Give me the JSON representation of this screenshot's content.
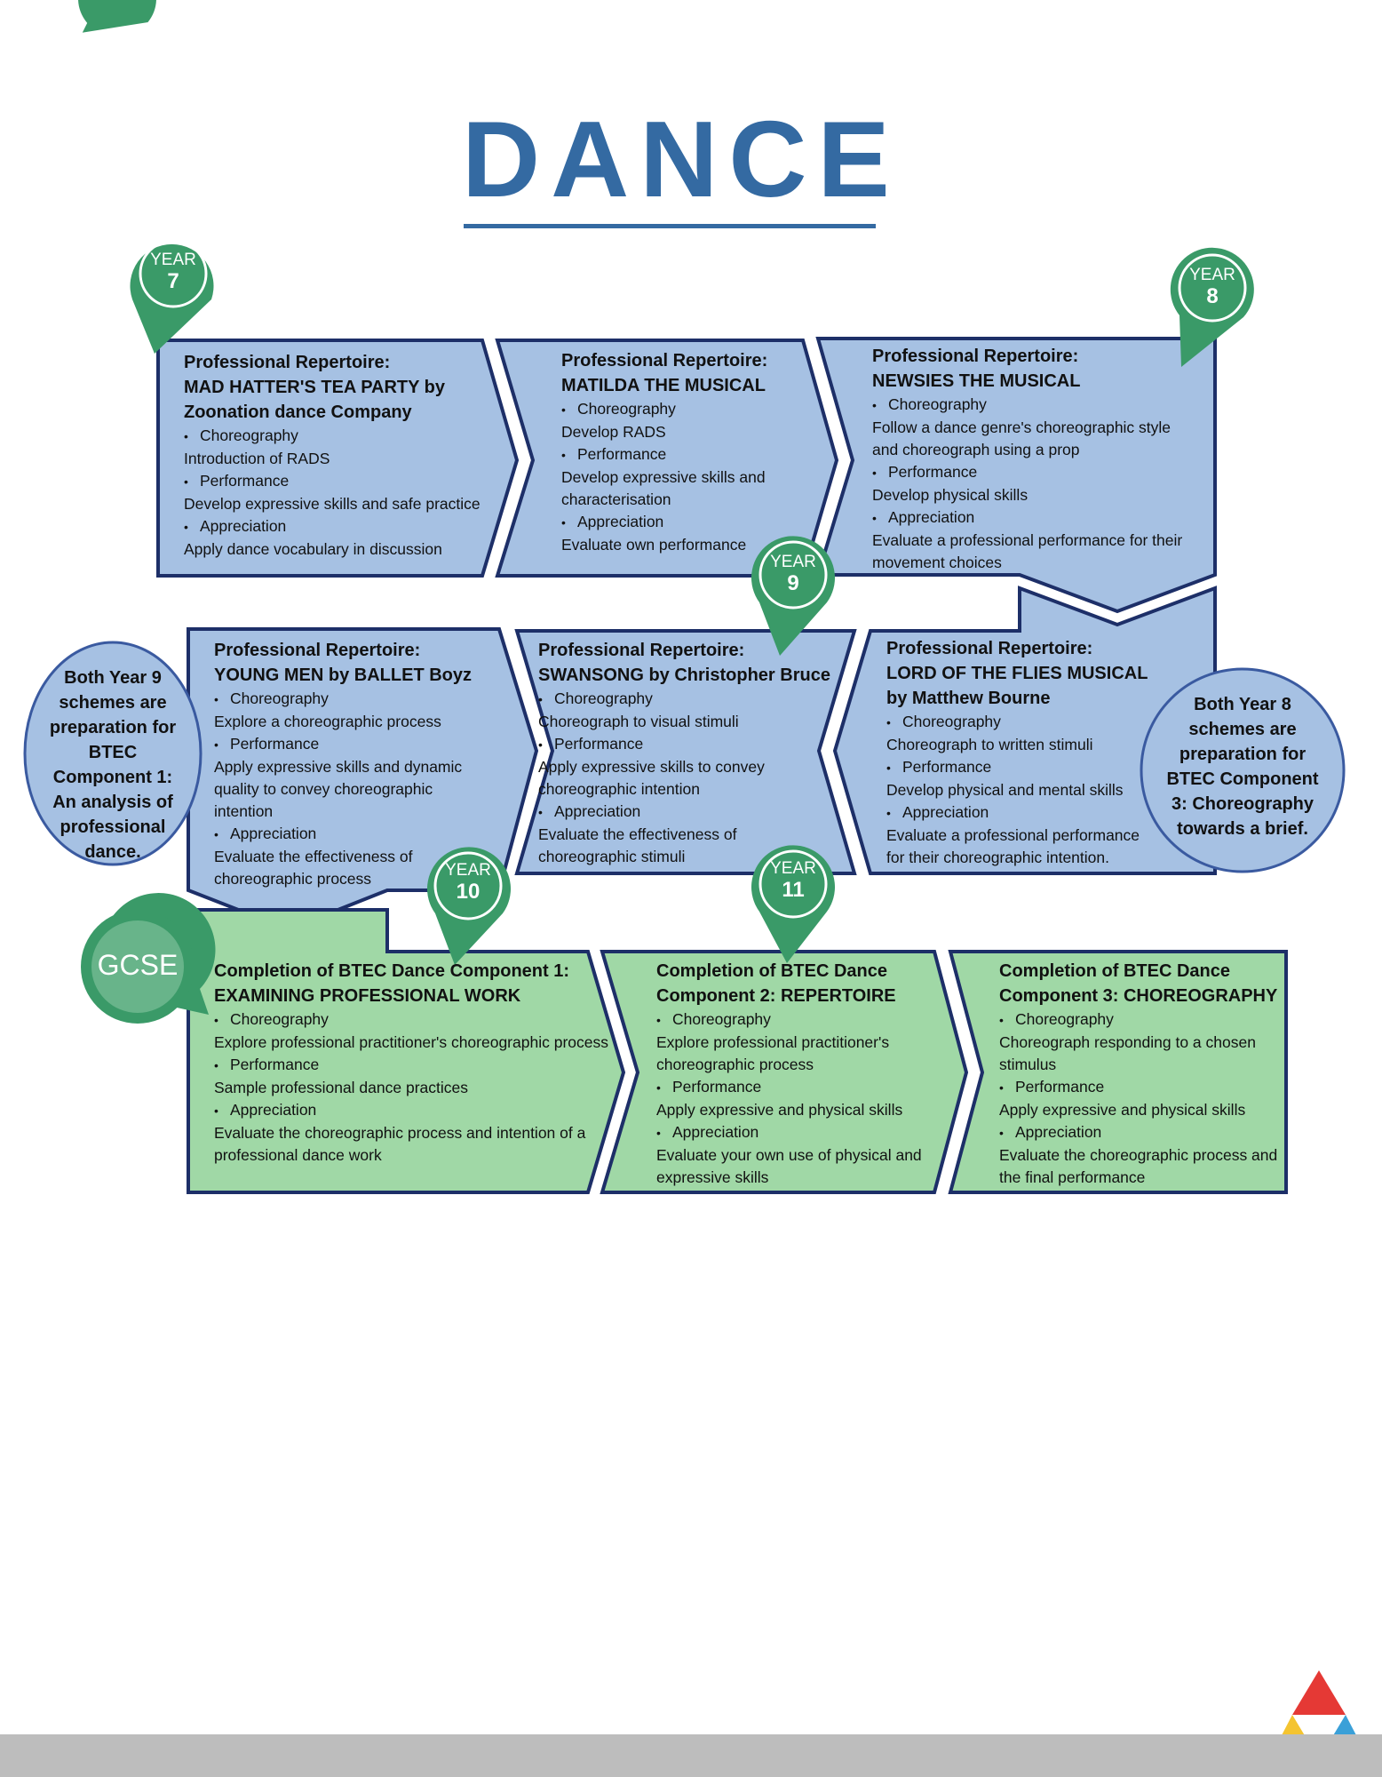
{
  "title": "DANCE",
  "colors": {
    "title": "#346aa2",
    "ks3_fill": "#a6c1e3",
    "gcse_fill": "#a0d8a6",
    "outline": "#1d2f68",
    "pin": "#3a9a68",
    "bubble_fill": "#a6c1e3"
  },
  "years": {
    "y7": {
      "word": "YEAR",
      "num": "7"
    },
    "y8": {
      "word": "YEAR",
      "num": "8"
    },
    "y9": {
      "word": "YEAR",
      "num": "9"
    },
    "y10": {
      "word": "YEAR",
      "num": "10"
    },
    "y11": {
      "word": "YEAR",
      "num": "11"
    },
    "gcse": "GCSE"
  },
  "boxes": {
    "b1": {
      "heading": [
        "Professional Repertoire:",
        "MAD HATTER'S TEA PARTY by",
        "Zoonation dance Company"
      ],
      "lines": [
        {
          "bullet": "Choreography"
        },
        {
          "text": "Introduction of RADS"
        },
        {
          "bullet": "Performance"
        },
        {
          "text": "Develop expressive skills and safe practice"
        },
        {
          "bullet": "Appreciation"
        },
        {
          "text": "Apply dance vocabulary in discussion"
        }
      ]
    },
    "b2": {
      "heading": [
        "Professional Repertoire:",
        "MATILDA THE MUSICAL"
      ],
      "lines": [
        {
          "bullet": "Choreography"
        },
        {
          "text": "Develop RADS"
        },
        {
          "bullet": "Performance"
        },
        {
          "text": "Develop expressive skills and"
        },
        {
          "text": "characterisation"
        },
        {
          "bullet": "Appreciation"
        },
        {
          "text": "Evaluate own performance"
        }
      ]
    },
    "b3": {
      "heading": [
        "Professional Repertoire:",
        "NEWSIES THE MUSICAL"
      ],
      "lines": [
        {
          "bullet": "Choreography"
        },
        {
          "text": "Follow a dance genre's choreographic style"
        },
        {
          "text": "and choreograph using a prop"
        },
        {
          "bullet": "Performance"
        },
        {
          "text": "Develop physical skills"
        },
        {
          "bullet": "Appreciation"
        },
        {
          "text": "Evaluate a professional performance for their"
        },
        {
          "text": "movement choices"
        }
      ]
    },
    "b4": {
      "heading": [
        "Professional Repertoire:",
        "YOUNG MEN by BALLET Boyz"
      ],
      "lines": [
        {
          "bullet": "Choreography"
        },
        {
          "text": "Explore a choreographic process"
        },
        {
          "bullet": "Performance"
        },
        {
          "text": "Apply expressive skills and dynamic"
        },
        {
          "text": "quality to convey choreographic"
        },
        {
          "text": "intention"
        },
        {
          "bullet": "Appreciation"
        },
        {
          "text": "Evaluate the effectiveness of"
        },
        {
          "text": "choreographic process"
        }
      ]
    },
    "b5": {
      "heading": [
        "Professional Repertoire:",
        "SWANSONG by Christopher Bruce"
      ],
      "lines": [
        {
          "bullet": "Choreography"
        },
        {
          "text": "Choreograph to visual stimuli"
        },
        {
          "bullet": "Performance"
        },
        {
          "text": "Apply expressive skills to convey"
        },
        {
          "text": "choreographic intention"
        },
        {
          "bullet": "Appreciation"
        },
        {
          "text": "Evaluate the effectiveness of"
        },
        {
          "text": "choreographic stimuli"
        }
      ]
    },
    "b6": {
      "heading": [
        "Professional Repertoire:",
        "LORD OF THE FLIES MUSICAL",
        "by Matthew Bourne"
      ],
      "lines": [
        {
          "bullet": "Choreography"
        },
        {
          "text": "Choreograph to written stimuli"
        },
        {
          "bullet": "Performance"
        },
        {
          "text": "Develop physical and mental skills"
        },
        {
          "bullet": "Appreciation"
        },
        {
          "text": "Evaluate a professional performance"
        },
        {
          "text": "for their choreographic intention."
        }
      ]
    },
    "b7": {
      "heading": [
        "Completion of BTEC Dance Component 1:",
        "EXAMINING PROFESSIONAL WORK"
      ],
      "lines": [
        {
          "bullet": "Choreography"
        },
        {
          "text": "Explore professional practitioner's choreographic process"
        },
        {
          "bullet": "Performance"
        },
        {
          "text": "Sample professional dance practices"
        },
        {
          "bullet": "Appreciation"
        },
        {
          "text": "Evaluate the choreographic process and intention of a"
        },
        {
          "text": "professional dance work"
        }
      ]
    },
    "b8": {
      "heading": [
        "Completion of BTEC Dance",
        "Component 2: REPERTOIRE"
      ],
      "lines": [
        {
          "bullet": "Choreography"
        },
        {
          "text": "Explore professional practitioner's"
        },
        {
          "text": "choreographic process"
        },
        {
          "bullet": "Performance"
        },
        {
          "text": "Apply expressive and physical skills"
        },
        {
          "bullet": "Appreciation"
        },
        {
          "text": "Evaluate your own use of physical and"
        },
        {
          "text": "expressive skills"
        }
      ]
    },
    "b9": {
      "heading": [
        "Completion of BTEC Dance",
        "Component 3: CHOREOGRAPHY"
      ],
      "lines": [
        {
          "bullet": "Choreography"
        },
        {
          "text": "Choreograph responding to a chosen"
        },
        {
          "text": "stimulus"
        },
        {
          "bullet": "Performance"
        },
        {
          "text": "Apply expressive and physical skills"
        },
        {
          "bullet": "Appreciation"
        },
        {
          "text": "Evaluate the choreographic process and"
        },
        {
          "text": "the final performance"
        }
      ]
    }
  },
  "bubbles": {
    "left": [
      "Both Year 9",
      "schemes are",
      "preparation for",
      "BTEC",
      "Component 1:",
      "An analysis of",
      "professional",
      "dance."
    ],
    "right": [
      "Both Year 8",
      "schemes are",
      "preparation for",
      "BTEC Component",
      "3: Choreography",
      "towards a brief."
    ]
  }
}
